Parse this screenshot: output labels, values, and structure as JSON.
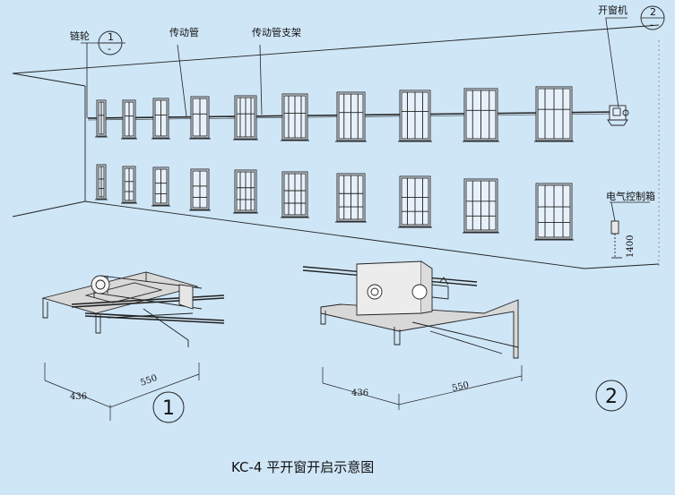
{
  "callouts": {
    "chain_wheel": "链轮",
    "drive_tube": "传动管",
    "tube_bracket": "传动管支架",
    "window_opener": "开窗机",
    "control_box": "电气控制箱"
  },
  "detail_refs": {
    "ref1_num": "1",
    "ref1_sub": "-",
    "ref2_num": "2",
    "ref2_sub": "-"
  },
  "dimensions": {
    "box_height": "1400",
    "d1_short": "436",
    "d1_long": "550",
    "d2_short": "436",
    "d2_long": "550"
  },
  "detail_labels": {
    "one": "1",
    "two": "2"
  },
  "caption": "KC-4 平开窗开启示意图"
}
